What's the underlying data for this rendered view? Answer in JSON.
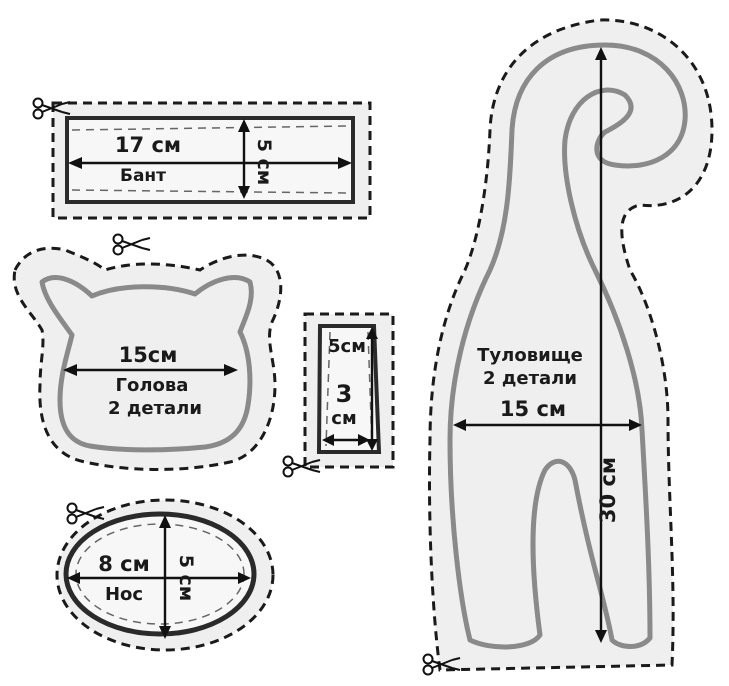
{
  "pieces": {
    "bow": {
      "width_label": "17 см",
      "height_label": "5 см",
      "name": "Бант"
    },
    "head": {
      "width_label": "15см",
      "name_line1": "Голова",
      "name_line2": "2 детали"
    },
    "strip": {
      "height_label": "5см",
      "width_value": "3",
      "width_unit": "см"
    },
    "nose": {
      "width_label": "8 см",
      "height_label": "5 см",
      "name": "Нос"
    },
    "body": {
      "name_line1": "Туловище",
      "name_line2": "2 детали",
      "width_label": "15 см",
      "height_label": "30 см"
    }
  },
  "colors": {
    "fabric": "#efefef",
    "seam": "#8a8a8a",
    "cut_line": "#1a1a1a"
  },
  "icons": [
    "scissors-icon"
  ]
}
